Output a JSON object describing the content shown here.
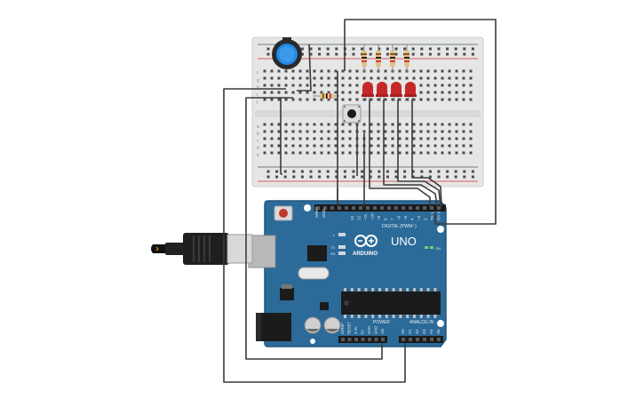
{
  "arduino": {
    "brand": "ARDUINO",
    "model": "UNO",
    "header_aref": "AREF",
    "header_gnd": "GND",
    "digital_label": "DIGITAL (PWM~)",
    "digital_pins": [
      "13",
      "12",
      "~11",
      "~10",
      "~9",
      "8",
      "7",
      "~6",
      "~5",
      "4",
      "~3",
      "2",
      "TX 1",
      "RX 0"
    ],
    "led_l": "L",
    "led_tx": "TX",
    "led_rx": "RX",
    "led_on": "ON",
    "power_label": "POWER",
    "power_pins": [
      "IOREF",
      "RESET",
      "3.3V",
      "5V",
      "GND",
      "GND",
      "Vin"
    ],
    "analog_label": "ANALOG IN",
    "analog_pins": [
      "A0",
      "A1",
      "A2",
      "A3",
      "A4",
      "A5"
    ]
  },
  "breadboard": {
    "row_letters_bottom": [
      "a",
      "b",
      "c",
      "d",
      "e"
    ],
    "row_letters_top": [
      "f",
      "g",
      "h",
      "i",
      "j"
    ]
  },
  "colors": {
    "board": "#2b6a99",
    "board_edge": "#1f557d",
    "breadboard": "#e6e6e6",
    "wire": "#3a3a3a",
    "led": "#c62828",
    "pot": "#1e88e5",
    "rail_red": "#d32f2f",
    "rail_blue": "#455a64"
  },
  "icons": [
    "usb-cable-icon",
    "dc-jack-icon",
    "reset-button-icon",
    "potentiometer-icon",
    "pushbutton-icon",
    "led-icon",
    "resistor-icon"
  ]
}
